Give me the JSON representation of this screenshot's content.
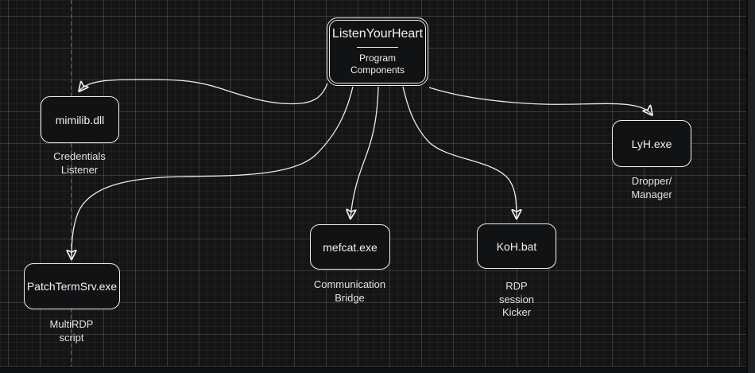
{
  "window": {
    "background_color": "#151515",
    "grid_minor_color": "#1d1d1d",
    "grid_major_color": "#303030",
    "page_guide_color": "#565b60",
    "scrollbar_track_color": "#1e2124"
  },
  "diagram": {
    "stroke_color": "#ececec",
    "node_fill_color": "#111214",
    "text_color": "#f1f1f1",
    "root_node": {
      "title": "ListenYourHeart",
      "subtitle_lines": [
        "Program",
        "Components"
      ]
    },
    "nodes": [
      {
        "label": "mimilib.dll",
        "caption_lines": [
          "Credentials",
          "Listener"
        ]
      },
      {
        "label": "LyH.exe",
        "caption_lines": [
          "Dropper/",
          "Manager"
        ]
      },
      {
        "label": "mefcat.exe",
        "caption_lines": [
          "Communication",
          "Bridge"
        ]
      },
      {
        "label": "KoH.bat",
        "caption_lines": [
          "RDP",
          "session",
          "Kicker"
        ]
      },
      {
        "label": "PatchTermSrv.exe",
        "caption_lines": [
          "MultiRDP",
          "script"
        ]
      }
    ]
  }
}
